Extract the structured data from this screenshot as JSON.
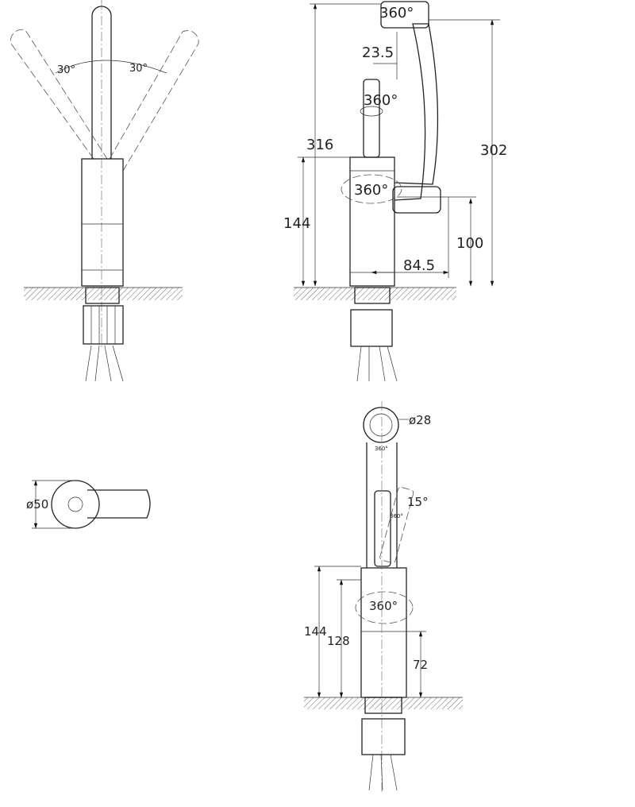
{
  "front_view": {
    "angle_left": "30°",
    "angle_right": "30°"
  },
  "side_view": {
    "top_rotation": "360°",
    "offset": "23.5",
    "handle_rotation": "360°",
    "total_height": "316",
    "body_rotation": "360°",
    "spout_height": "302",
    "body_height": "144",
    "outlet_height": "100",
    "reach": "84.5"
  },
  "plan_view": {
    "base_diameter": "ø50"
  },
  "rear_view": {
    "spout_diameter": "ø28",
    "spout_rotation": "360°",
    "tilt_angle": "15°",
    "handle_rotation": "360°",
    "body_rotation": "360°",
    "body_height": "144",
    "height_128": "128",
    "height_72": "72"
  }
}
